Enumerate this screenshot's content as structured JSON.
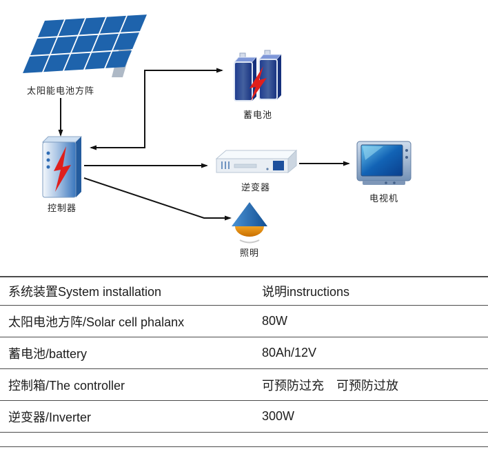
{
  "diagram": {
    "solar_label": "太阳能电池方阵",
    "battery_label": "蓄电池",
    "controller_label": "控制器",
    "inverter_label": "逆变器",
    "tv_label": "电视机",
    "lamp_label": "照明"
  },
  "table": {
    "headers": [
      "系统装置System installation",
      "说明instructions"
    ],
    "rows": [
      {
        "device": "太阳电池方阵/Solar cell phalanx",
        "spec": "80W"
      },
      {
        "device": "蓄电池/battery",
        "spec": "80Ah/12V"
      },
      {
        "device": "控制箱/The controller",
        "spec": "可预防过充　可预防过放"
      },
      {
        "device": "逆变器/Inverter",
        "spec": "300W"
      }
    ]
  },
  "colors": {
    "panel_blue": "#1e63ac",
    "bolt_red": "#df1f1c",
    "battery_blue": "#27419b",
    "screen_blue": "#1263b5",
    "lamp_cone_blue": "#2a75c0",
    "lamp_orange": "#e08c00",
    "arrow_black": "#111111",
    "table_line": "#4a4a4a"
  }
}
